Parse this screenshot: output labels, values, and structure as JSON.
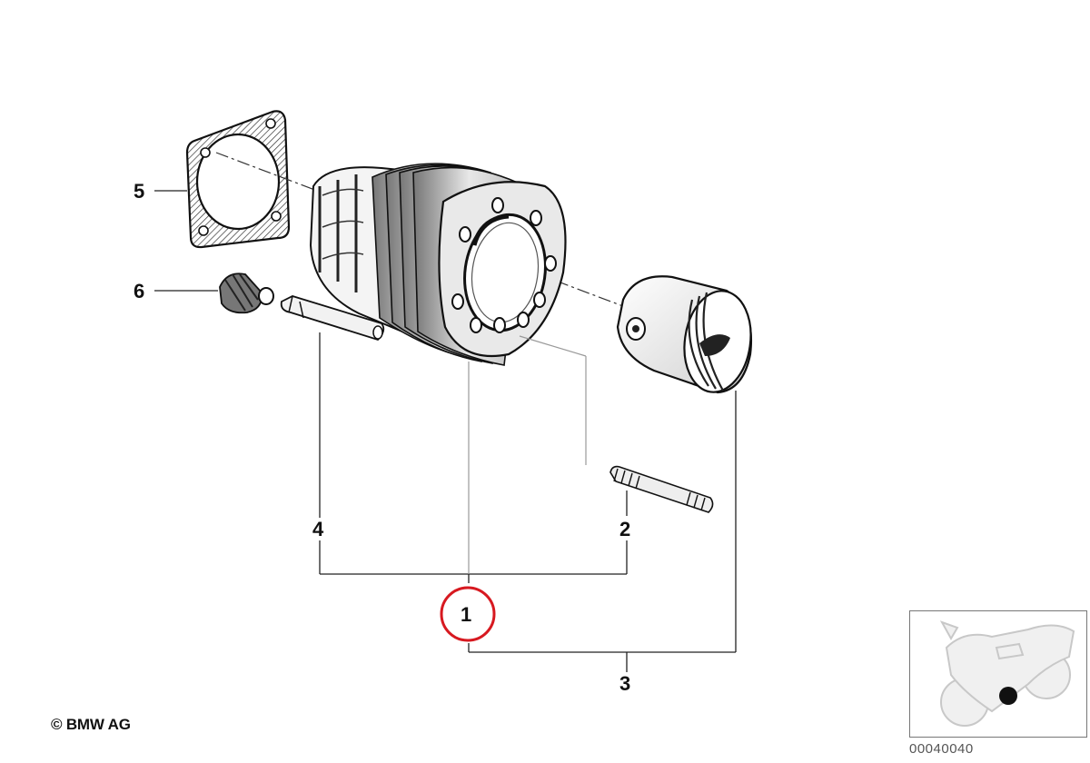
{
  "callouts": [
    {
      "id": "1",
      "label": "1",
      "highlighted": true
    },
    {
      "id": "2",
      "label": "2",
      "highlighted": false
    },
    {
      "id": "3",
      "label": "3",
      "highlighted": false
    },
    {
      "id": "4",
      "label": "4",
      "highlighted": false
    },
    {
      "id": "5",
      "label": "5",
      "highlighted": false
    },
    {
      "id": "6",
      "label": "6",
      "highlighted": false
    }
  ],
  "footer": {
    "copyright": "© BMW AG",
    "diagram_id": "00040040"
  },
  "colors": {
    "highlight": "#d71920",
    "line": "#222222",
    "leader_faint": "#999999"
  },
  "icons": [
    "gasket-part",
    "valve-guide-part",
    "pin-part",
    "cylinder-part",
    "piston-part",
    "stud-part",
    "motorcycle-locator-thumbnail"
  ]
}
